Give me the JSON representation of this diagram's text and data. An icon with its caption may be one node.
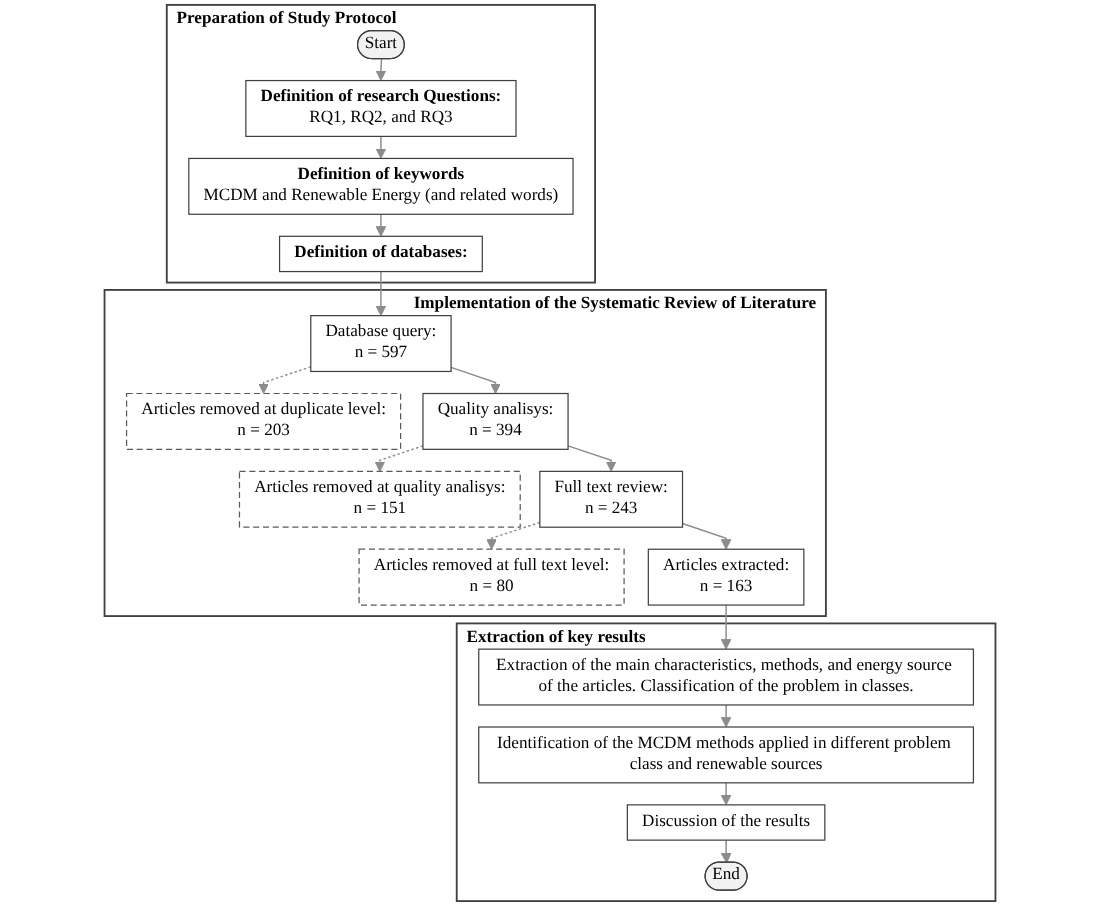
{
  "diagram": {
    "nodes": [
      {
        "text": [
          "Preparation of Study Protocol"
        ]
      },
      {
        "text": [
          "Start"
        ],
        "in": 0
      },
      {
        "text": [
          "Definition of research Questions:",
          "RQ1, RQ2, and RQ3"
        ],
        "in": 0
      },
      {
        "text": [
          "Definition of keywords",
          "MCDM and Renewable Energy (and related words)"
        ],
        "in": 0
      },
      {
        "text": [
          "Definition of databases:"
        ],
        "in": 0
      },
      {
        "text": [
          "Implementation of the Systematic Review of Literature"
        ]
      },
      {
        "text": [
          "Articles removed at duplicate level:",
          "n = 203"
        ],
        "in": 5
      },
      {
        "text": [
          "Database query:",
          "n = 597"
        ],
        "in": 5
      },
      {
        "text": [
          "Articles removed at quality analisys:",
          "n = 151"
        ],
        "in": 5
      },
      {
        "text": [
          "Quality analisys:",
          "n = 394"
        ],
        "in": 5
      },
      {
        "text": [
          "Articles removed at full text level:",
          "n = 80"
        ],
        "in": 5
      },
      {
        "text": [
          "Full text review:",
          "n = 243"
        ],
        "in": 5
      },
      {
        "text": [
          "Articles extracted:",
          "n = 163"
        ],
        "in": 5
      },
      {
        "text": [
          "Extraction of key results"
        ]
      },
      {
        "text": [
          "End"
        ],
        "in": 13
      },
      {
        "text": [
          "Discussion of the results"
        ],
        "in": 13
      },
      {
        "text": [
          "Identification of the MCDM methods applied in different problem class and renewable sources"
        ],
        "in": 13
      },
      {
        "text": [
          "Extraction of the main characteristics, methods, and energy source of the articles. Classification of the problem in classes."
        ],
        "in": 13
      }
    ],
    "edges": [
      {
        "from": 1,
        "to": 2,
        "arrow": "to"
      },
      {
        "from": 2,
        "to": 3,
        "arrow": "to"
      },
      {
        "from": 3,
        "to": 4,
        "arrow": "to"
      },
      {
        "from": 4,
        "to": 7,
        "arrow": "to"
      },
      {
        "from": 7,
        "to": 6,
        "arrow": "to",
        "style": "dashed"
      },
      {
        "from": 7,
        "to": 9,
        "arrow": "to"
      },
      {
        "from": 9,
        "to": 8,
        "arrow": "to",
        "style": "dashed"
      },
      {
        "from": 9,
        "to": 11,
        "arrow": "to"
      },
      {
        "from": 11,
        "to": 10,
        "arrow": "to",
        "style": "dashed"
      },
      {
        "from": 11,
        "to": 12,
        "arrow": "to"
      },
      {
        "from": 12,
        "to": 17,
        "arrow": "to"
      },
      {
        "from": 17,
        "to": 16,
        "arrow": "to"
      },
      {
        "from": 16,
        "to": 15,
        "arrow": "to"
      },
      {
        "from": 15,
        "to": 14,
        "arrow": "to"
      }
    ]
  }
}
